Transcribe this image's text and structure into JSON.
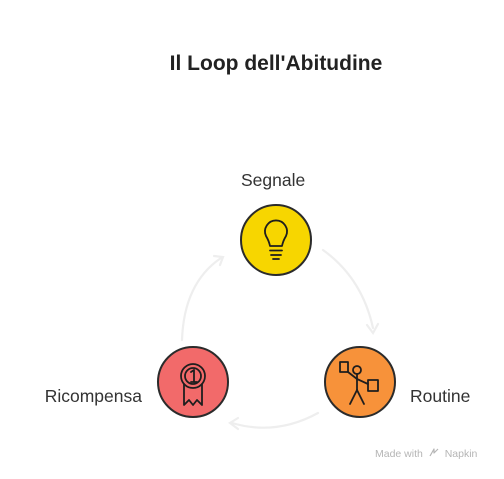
{
  "title": "Il Loop dell'Abitudine",
  "nodes": [
    {
      "label": "Segnale",
      "color": "#F7D600",
      "stroke": "#2B2B2B",
      "icon": "lightbulb-icon"
    },
    {
      "label": "Routine",
      "color": "#F7923A",
      "stroke": "#2B2B2B",
      "icon": "person-carrying-icon"
    },
    {
      "label": "Ricompensa",
      "color": "#F26A6A",
      "stroke": "#2B2B2B",
      "icon": "award-ribbon-icon"
    }
  ],
  "arrow_color": "#EEEEEE",
  "watermark": {
    "prefix": "Made with",
    "brand": "Napkin"
  }
}
